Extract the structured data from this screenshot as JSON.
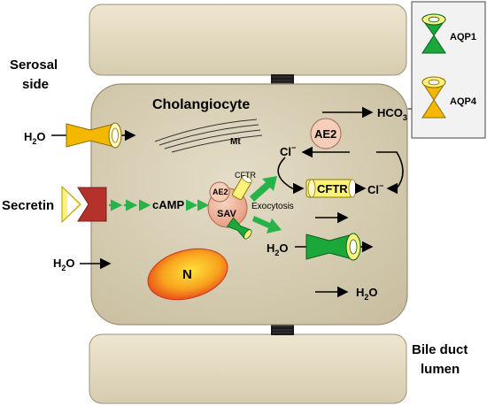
{
  "labels": {
    "serosal_line1": "Serosal",
    "serosal_line2": "side",
    "cholangiocyte": "Cholangiocyte",
    "h2o": "H",
    "sub2": "2",
    "o": "O",
    "mt": "Mt",
    "secretin": "Secretin",
    "camp": "cAMP",
    "cftr_small": "CFTR",
    "ae2": "AE2",
    "sav": "SAV",
    "exocytosis": "Exocytosis",
    "nucleus": "N",
    "hco3": "HCO",
    "hco3_sub": "3",
    "hco3_sup": "−",
    "cl": "Cl",
    "cl_sup": "−",
    "cftr": "CFTR",
    "bile_line1": "Bile duct",
    "bile_line2": "lumen"
  },
  "legend": {
    "aqp1": "AQP1",
    "aqp4": "AQP4"
  },
  "colors": {
    "cell_fill": "#ddd6bf",
    "top_bottom_cell": "#e8dfc6",
    "aqp1_green": "#1aa83a",
    "aqp4_yellow": "#f5b800",
    "secretin_red": "#b5312c",
    "camp_arrow_green": "#27b34a",
    "nucleus_outer": "#e8571c",
    "nucleus_inner": "#ffe23b",
    "ae2_pink": "#f4c0a8"
  }
}
